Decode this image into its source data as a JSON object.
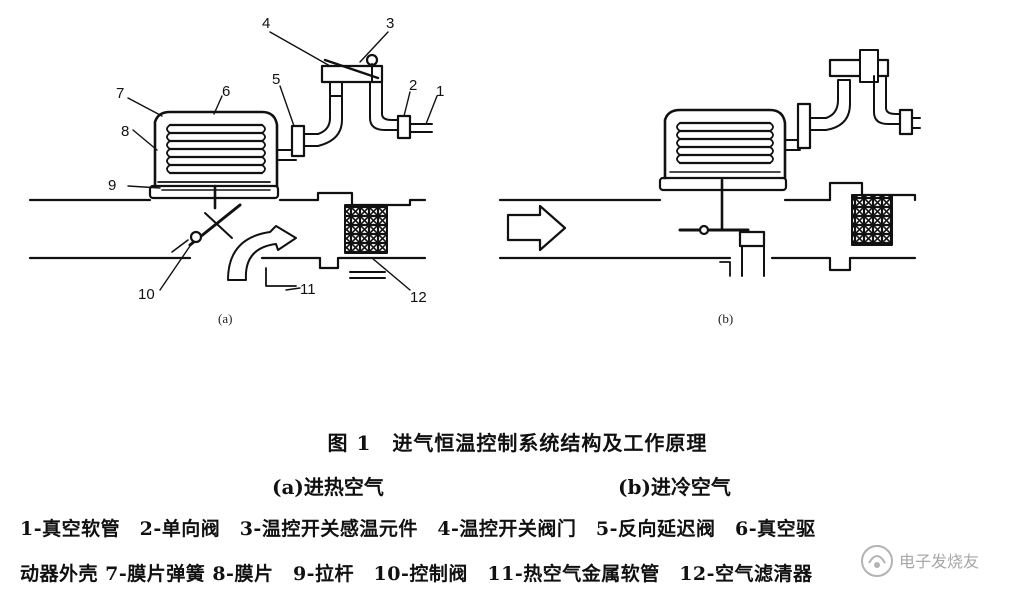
{
  "figure": {
    "callouts": [
      "4",
      "3",
      "5",
      "2",
      "1",
      "7",
      "6",
      "8",
      "9",
      "10",
      "11",
      "12"
    ],
    "panel_a": "(a)",
    "panel_b": "(b)"
  },
  "caption": {
    "title": "图 1　进气恒温控制系统结构及工作原理",
    "sub_a": "(a)进热空气",
    "sub_b": "(b)进冷空气"
  },
  "legend": {
    "line1": "1-真空软管　2-单向阀　3-温控开关感温元件　4-温控开关阀门　5-反向延迟阀　6-真空驱",
    "line2": "动器外壳  7-膜片弹簧  8-膜片　9-拉杆　10-控制阀　11-热空气金属软管　12-空气滤清器"
  },
  "watermark": {
    "text": "电子发烧友"
  }
}
